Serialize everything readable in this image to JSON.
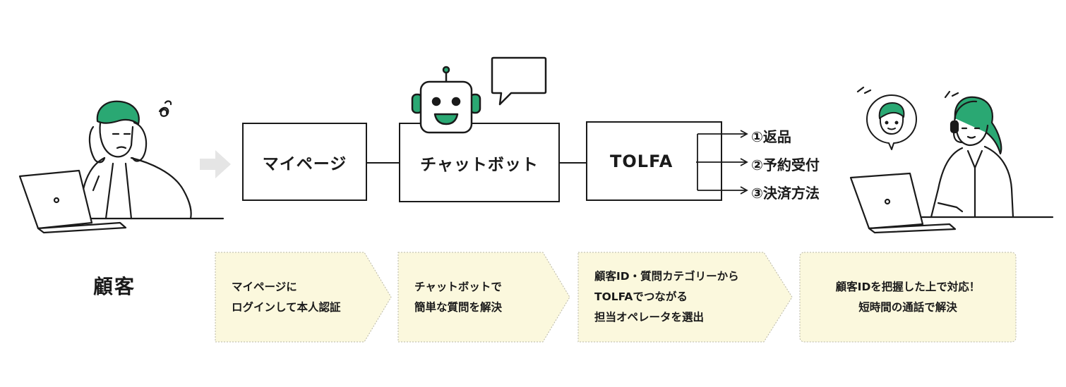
{
  "colors": {
    "accent": "#2aa873",
    "line": "#1a1a1a",
    "card_fill": "#fbf8dd",
    "arrow_gray": "#e5e5e5"
  },
  "customer_label": "顧客",
  "flow": {
    "mypage": "マイページ",
    "chatbot": "チャットボット",
    "tolfa": "TOLFA"
  },
  "options": [
    "①返品",
    "②予約受付",
    "③決済方法"
  ],
  "steps": [
    {
      "lines": [
        "マイページに",
        "ログインして本人認証"
      ]
    },
    {
      "lines": [
        "チャットボットで",
        "簡単な質問を解決"
      ]
    },
    {
      "lines": [
        "顧客ID・質問カテゴリーから",
        "TOLFAでつながる",
        "担当オペレータを選出"
      ]
    },
    {
      "lines": [
        "顧客IDを把握した上で対応！",
        "短時間の通話で解決"
      ]
    }
  ],
  "icons": {
    "customer": "worried-customer-laptop-icon",
    "arrow": "gray-arrow-icon",
    "robot": "chatbot-robot-icon",
    "bubble": "speech-bubble-icon",
    "operator": "operator-headset-laptop-icon",
    "operator_thought": "customer-face-thought-bubble-icon"
  }
}
